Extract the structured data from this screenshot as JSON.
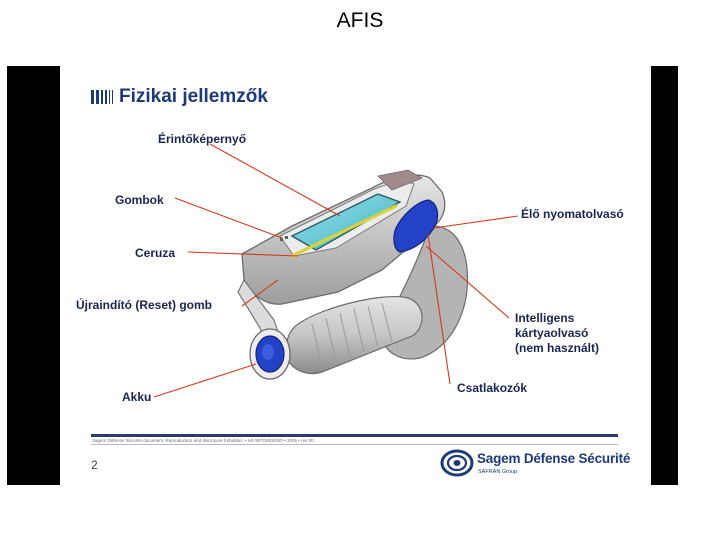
{
  "page": {
    "title": "AFIS"
  },
  "slide": {
    "title": "Fizikai jellemzők",
    "callouts": {
      "touchscreen": "Érintőképernyő",
      "buttons": "Gombok",
      "stylus": "Ceruza",
      "reset": "Újraindító (Reset) gomb",
      "battery": "Akku",
      "live_fingerprint": "Élő nyomatolvasó",
      "smart_card_line1": "Intelligens",
      "smart_card_line2": "kártyaolvasó",
      "smart_card_line3": "(nem használt)",
      "connectors": "Csatlakozók"
    },
    "footer_fine_print": "Sagem Défense Sécurité document. Reproduction and disclosure forbidden. • ref 00/TD/00/00/0 • 2005 • rev 00",
    "page_number": "2",
    "logo": {
      "name": "Sagem Défense Sécurité",
      "group": "SAFRAN Group"
    }
  },
  "colors": {
    "brand_navy": "#1c3a78",
    "callout_line": "#d23a1e",
    "device_blue": "#2442c8",
    "screen_cyan": "#55c8d8",
    "stylus_yellow": "#d9d33a"
  }
}
